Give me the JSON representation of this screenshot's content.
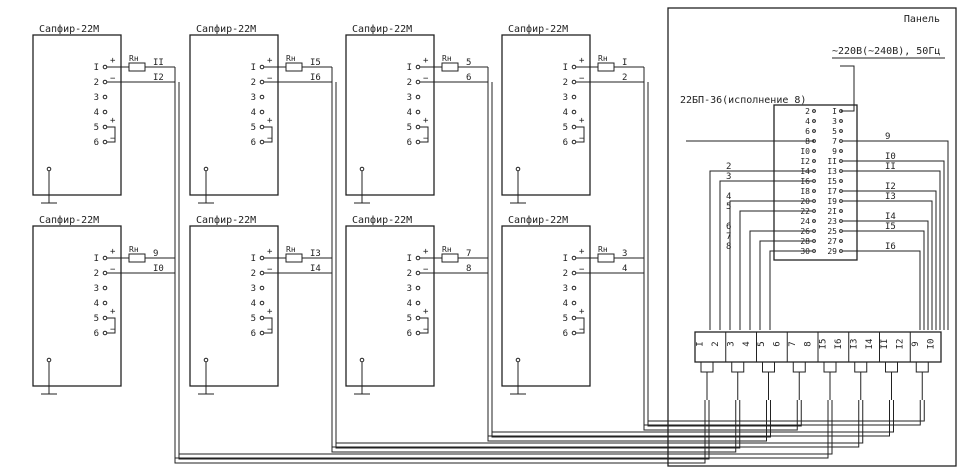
{
  "transmitters": [
    {
      "title": "Сапфир-22М",
      "terminals": [
        "I",
        "2",
        "3",
        "4",
        "5",
        "6"
      ],
      "wires": [
        "II",
        "I2"
      ]
    },
    {
      "title": "Сапфир-22М",
      "terminals": [
        "I",
        "2",
        "3",
        "4",
        "5",
        "6"
      ],
      "wires": [
        "I5",
        "I6"
      ]
    },
    {
      "title": "Сапфир-22М",
      "terminals": [
        "I",
        "2",
        "3",
        "4",
        "5",
        "6"
      ],
      "wires": [
        "5",
        "6"
      ]
    },
    {
      "title": "Сапфир-22М",
      "terminals": [
        "I",
        "2",
        "3",
        "4",
        "5",
        "6"
      ],
      "wires": [
        "I",
        "2"
      ]
    },
    {
      "title": "Сапфир-22М",
      "terminals": [
        "I",
        "2",
        "3",
        "4",
        "5",
        "6"
      ],
      "wires": [
        "9",
        "I0"
      ]
    },
    {
      "title": "Сапфир-22М",
      "terminals": [
        "I",
        "2",
        "3",
        "4",
        "5",
        "6"
      ],
      "wires": [
        "I3",
        "I4"
      ]
    },
    {
      "title": "Сапфир-22М",
      "terminals": [
        "I",
        "2",
        "3",
        "4",
        "5",
        "6"
      ],
      "wires": [
        "7",
        "8"
      ]
    },
    {
      "title": "Сапфир-22М",
      "terminals": [
        "I",
        "2",
        "3",
        "4",
        "5",
        "6"
      ],
      "wires": [
        "3",
        "4"
      ]
    }
  ],
  "resistor_label": "Rн",
  "panel": {
    "label": "Панель",
    "supply": "~220В(~240В), 50Гц",
    "psu_title": "22БП-36(исполнение 8)",
    "psu_left_pins": [
      "2",
      "4",
      "6",
      "8",
      "I0",
      "I2",
      "I4",
      "I6",
      "I8",
      "20",
      "22",
      "24",
      "26",
      "28",
      "30"
    ],
    "psu_right_pins": [
      "I",
      "3",
      "5",
      "7",
      "9",
      "II",
      "I3",
      "I5",
      "I7",
      "I9",
      "2I",
      "23",
      "25",
      "27",
      "29"
    ],
    "left_wire_labels": [
      "2",
      "3",
      "4",
      "5",
      "6",
      "7",
      "8"
    ],
    "right_wire_labels": [
      "9",
      "I0",
      "II",
      "I2",
      "I3",
      "I4",
      "I5",
      "I6"
    ],
    "terminal_strip": [
      "I",
      "2",
      "3",
      "4",
      "5",
      "6",
      "7",
      "8",
      "I5",
      "I6",
      "I3",
      "I4",
      "II",
      "I2",
      "9",
      "I0"
    ]
  }
}
